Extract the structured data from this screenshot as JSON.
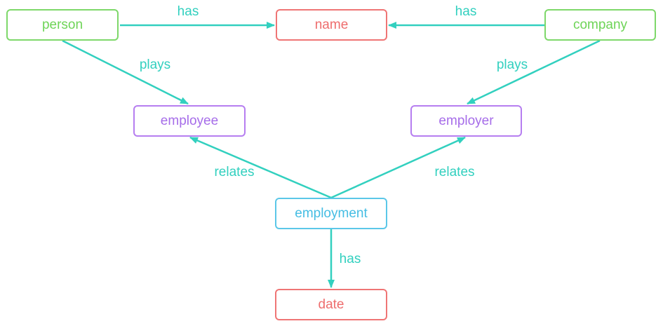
{
  "colors": {
    "edge": "#32d0bf",
    "entity": "#7ed86a",
    "attribute": "#ef7575",
    "role": "#b67ef0",
    "relation": "#5bc7e8"
  },
  "nodes": {
    "person": "person",
    "name": "name",
    "company": "company",
    "employee": "employee",
    "employer": "employer",
    "employment": "employment",
    "date": "date"
  },
  "edges": [
    {
      "from": "person",
      "to": "name",
      "label": "has"
    },
    {
      "from": "company",
      "to": "name",
      "label": "has"
    },
    {
      "from": "person",
      "to": "employee",
      "label": "plays"
    },
    {
      "from": "company",
      "to": "employer",
      "label": "plays"
    },
    {
      "from": "employment",
      "to": "employee",
      "label": "relates"
    },
    {
      "from": "employment",
      "to": "employer",
      "label": "relates"
    },
    {
      "from": "employment",
      "to": "date",
      "label": "has"
    }
  ]
}
